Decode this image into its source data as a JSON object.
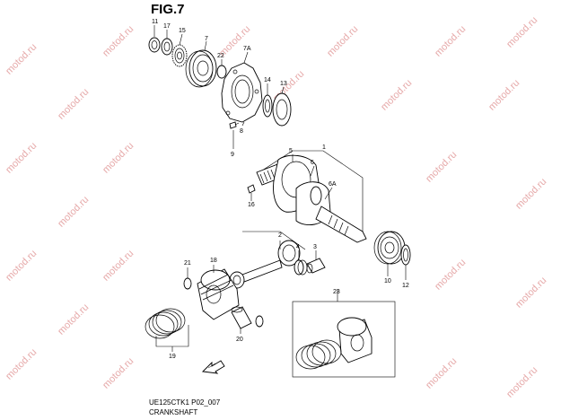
{
  "figure": {
    "title": "FIG.7",
    "code": "UE125CTK1 P02_007",
    "name": "CRANKSHAFT"
  },
  "watermark": {
    "text": "motod.ru",
    "color": "#e6a9a9"
  },
  "callouts": {
    "c11": "11",
    "c17": "17",
    "c15": "15",
    "c7": "7",
    "c7a": "7A",
    "c22": "22",
    "c14": "14",
    "c13": "13",
    "c8": "8",
    "c9": "9",
    "c1": "1",
    "c5": "5",
    "c6": "6",
    "c6a": "6A",
    "c16": "16",
    "c2": "2",
    "c4": "4",
    "c3": "3",
    "c10": "10",
    "c12": "12",
    "c21": "21",
    "c18": "18",
    "c23": "23",
    "c20": "20",
    "c19": "19"
  },
  "icons": {
    "front_arrow": "front-arrow-icon"
  }
}
